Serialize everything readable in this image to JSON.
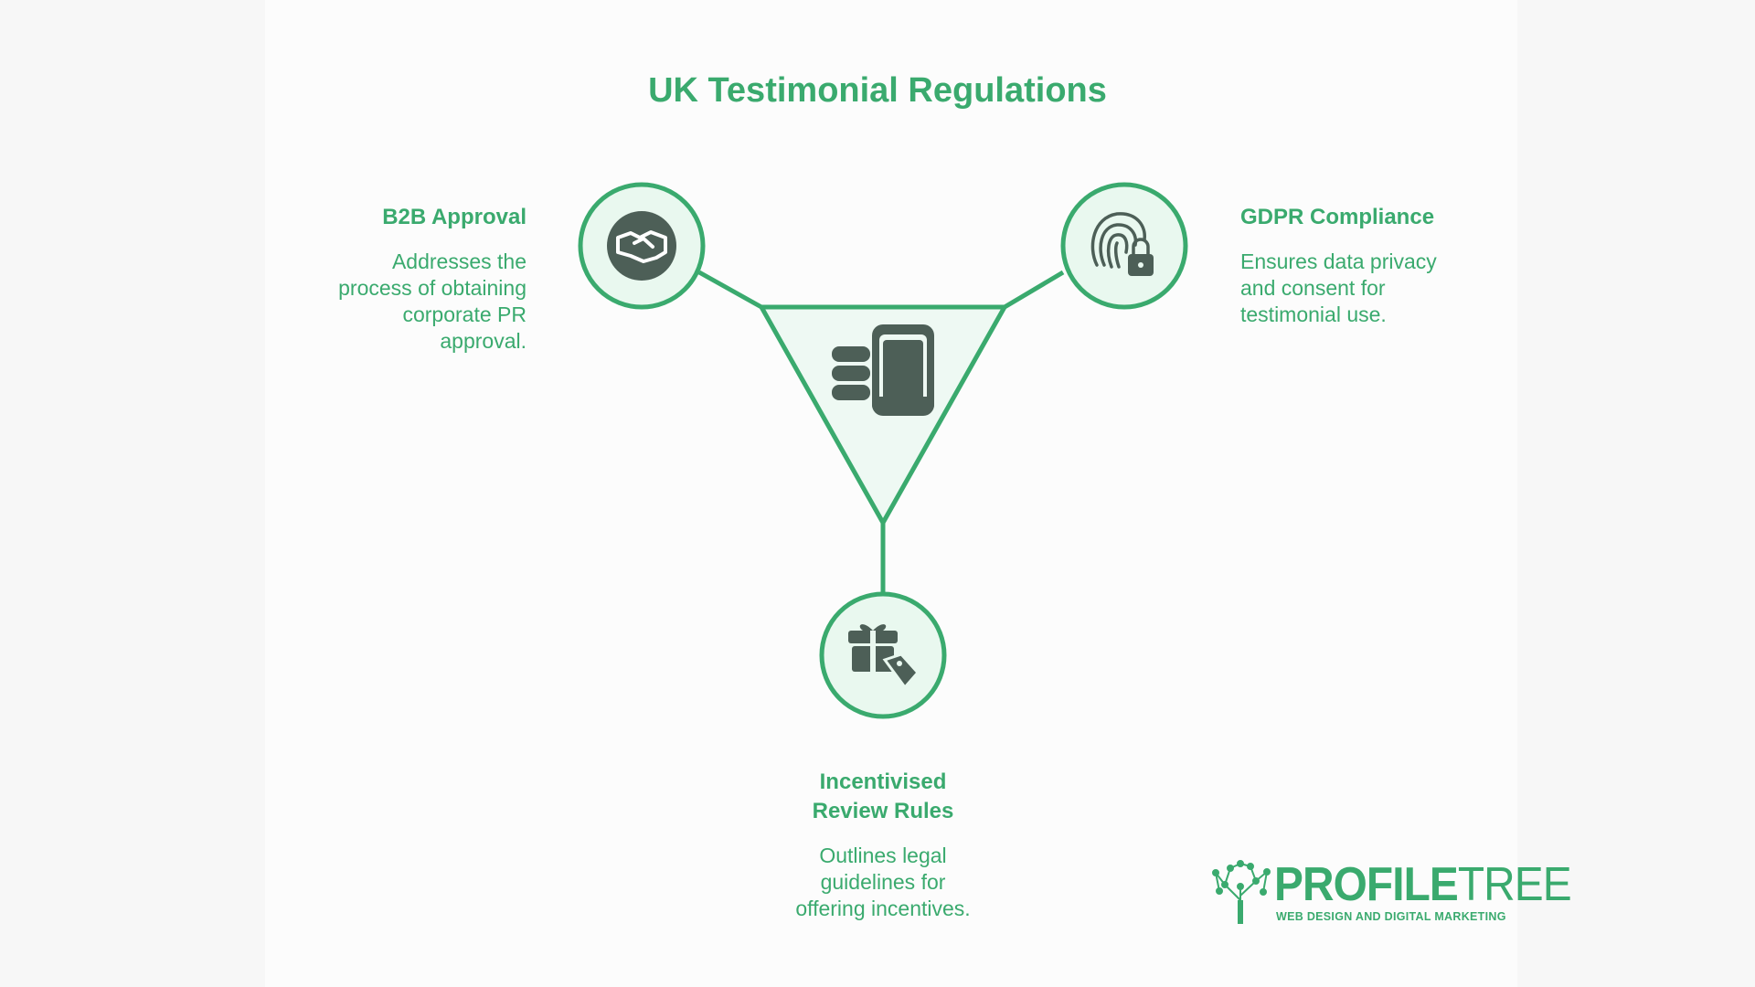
{
  "title": "UK Testimonial Regulations",
  "colors": {
    "accent": "#3aaa6e",
    "icon": "#4d5f57",
    "node_fill": "#e9f8ef"
  },
  "nodes": [
    {
      "heading": "B2B Approval",
      "description": [
        "Addresses the",
        "process of obtaining",
        "corporate PR",
        "approval."
      ],
      "icon": "handshake-icon"
    },
    {
      "heading": "GDPR Compliance",
      "description": [
        "Ensures data privacy",
        "and consent for",
        "testimonial use."
      ],
      "icon": "fingerprint-lock-icon"
    },
    {
      "heading": [
        "Incentivised",
        "Review Rules"
      ],
      "description": [
        "Outlines legal",
        "guidelines for",
        "offering incentives."
      ],
      "icon": "gift-tag-icon"
    }
  ],
  "center_icon": "document-stack-icon",
  "logo": {
    "word_bold": "PROFILE",
    "word_light": "TREE",
    "tagline": "WEB DESIGN AND DIGITAL MARKETING",
    "icon": "tree-network-icon"
  }
}
